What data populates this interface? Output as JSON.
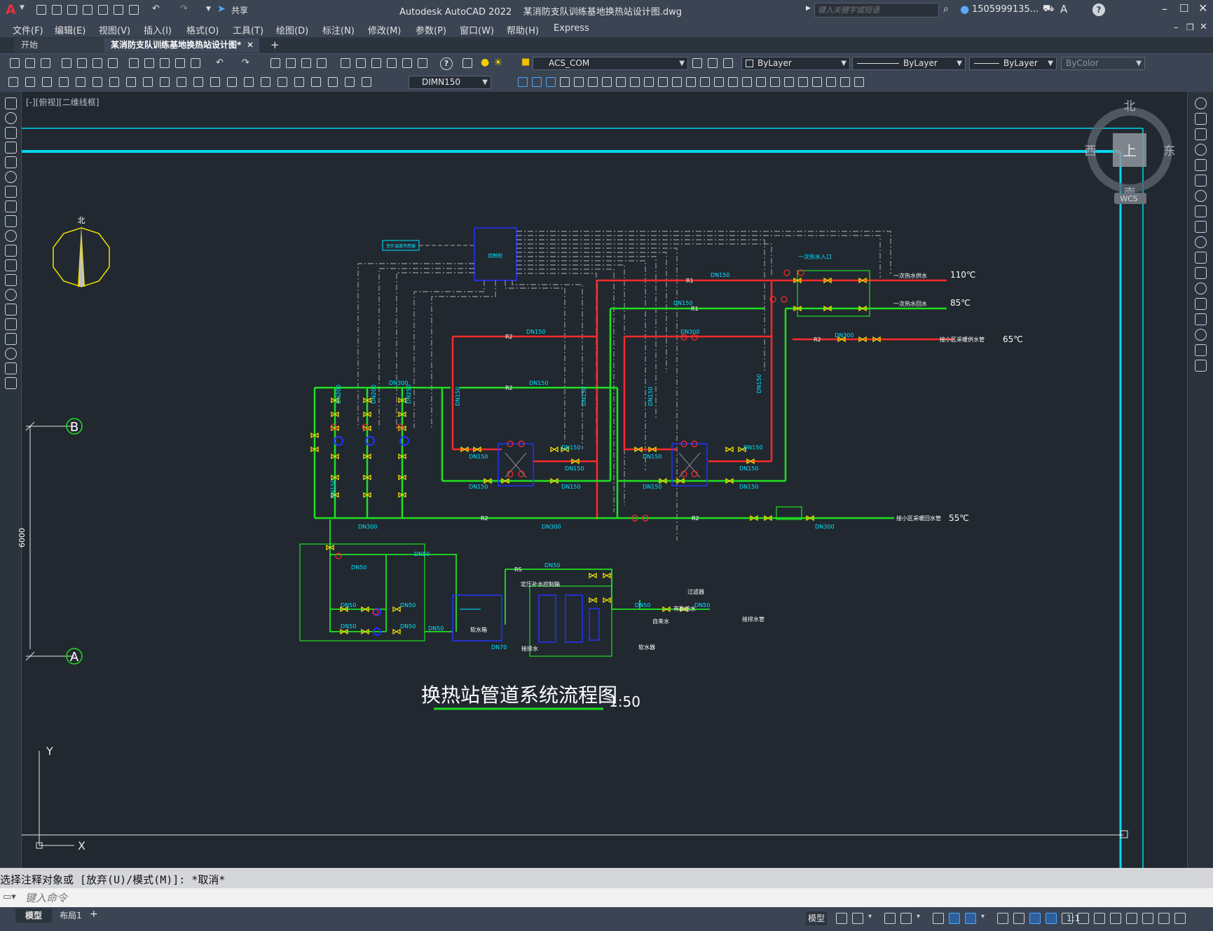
{
  "titlebar": {
    "app_logo": "A",
    "title": "Autodesk AutoCAD 2022    某消防支队训练基地换热站设计图.dwg",
    "share_label": "共享",
    "search_placeholder": "键入关键字或短语",
    "user": "1505999135...",
    "help_glyph": "?"
  },
  "menu": [
    "文件(F)",
    "编辑(E)",
    "视图(V)",
    "插入(I)",
    "格式(O)",
    "工具(T)",
    "绘图(D)",
    "标注(N)",
    "修改(M)",
    "参数(P)",
    "窗口(W)",
    "帮助(H)",
    "Express"
  ],
  "tabs": [
    {
      "label": "开始",
      "active": false
    },
    {
      "label": "某消防支队训练基地换热站设计图*",
      "active": true
    }
  ],
  "toolbar1": {
    "layer": "ACS_COM",
    "color": "ByLayer",
    "linetype": "ByLayer",
    "lineweight": "ByLayer",
    "plotstyle": "ByColor"
  },
  "toolbar2": {
    "dimstyle": "DIMN150"
  },
  "viewport_label": "[-][俯视][二维线框]",
  "viewcube": {
    "north": "北",
    "south": "南",
    "east": "东",
    "west": "西",
    "face": "上",
    "wcs": "WCS"
  },
  "drawing": {
    "title": "换热站管道系统流程图",
    "scale": "1:50",
    "compass_north": "北",
    "grid_b": "B",
    "grid_a": "A",
    "dimension": "6000",
    "axis_x": "X",
    "axis_y": "Y",
    "temps": {
      "t110": "110℃",
      "t85": "85℃",
      "t65": "65℃",
      "t55": "55℃"
    },
    "labels": {
      "control_cabinet": "控制柜",
      "sensor": "室外温度传感器",
      "primary_supply": "一次热水供水",
      "primary_return": "一次热水回水",
      "secondary_supply": "接小区采暖供水管",
      "secondary_return": "接小区采暖回水管",
      "water_tank": "软水箱",
      "softener": "软水器",
      "city_water": "市政给水",
      "drain": "接排水管",
      "drain2": "接排水",
      "filter": "过滤器",
      "constant_pressure": "定压补水控制箱",
      "tap_water": "自来水",
      "primary_entry": "一次热水入口"
    },
    "pipe_r1": "R1",
    "pipe_r2": "R2",
    "pipe_rs": "RS",
    "dn": {
      "dn150": "DN150",
      "dn300": "DN300",
      "dn200": "DN200",
      "dn250": "DN250",
      "dn50": "DN50",
      "dn70": "DN70"
    }
  },
  "command": {
    "history": "选择注释对象或 [放弃(U)/模式(M)]: *取消*",
    "placeholder": "键入命令"
  },
  "status": {
    "tabs": [
      "模型",
      "布局1"
    ],
    "model_btn": "模型",
    "scale": "1:1"
  },
  "colors": {
    "red": "#ff2a2a",
    "green": "#20e020",
    "yellow": "#f2e000",
    "cyan": "#00e5ff",
    "blue": "#2233ff",
    "accent": "#4ea8ff"
  }
}
